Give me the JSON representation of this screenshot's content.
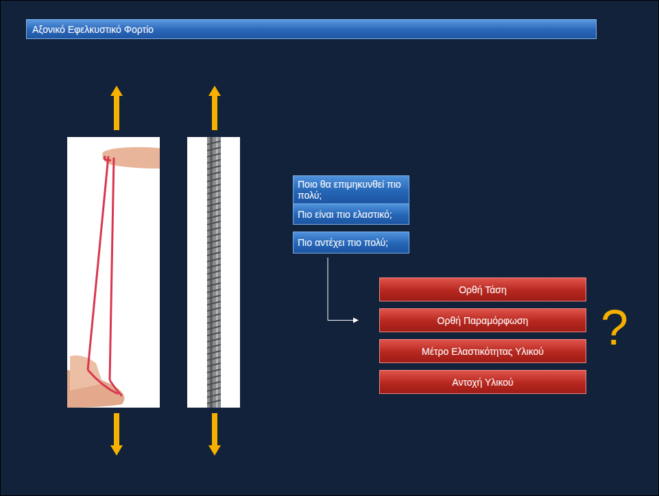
{
  "diagram": {
    "title": "Αξονικό Εφελκυστικό Φορτίο",
    "nodes": [
      {
        "text": [
          "Ποιο θα επιμηκυνθεί πιο πολύ;"
        ]
      },
      {
        "text": [
          "Πιο είναι πιο ελαστικό;"
        ]
      },
      {
        "text": [
          "Πιο αντέχει πιο πολύ;"
        ]
      },
      {
        "text": [
          "Ορθή Τάση"
        ]
      },
      {
        "text": [
          "Ορθή Παραμόρφωση"
        ]
      },
      {
        "text": [
          "Μέτρο Ελαστικότητας Υλικού"
        ]
      },
      {
        "text": [
          "Αντοχή Υλικού"
        ]
      }
    ],
    "edges": [
      {
        "from": 2,
        "to": 4,
        "arrow": "to"
      }
    ],
    "labels": [
      "?"
    ]
  }
}
